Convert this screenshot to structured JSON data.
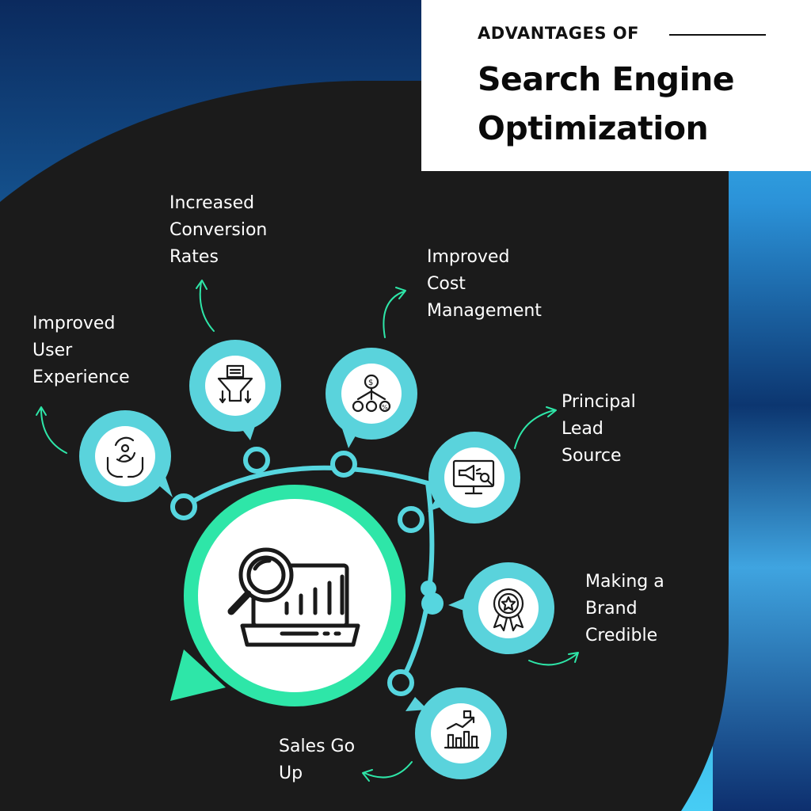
{
  "header": {
    "eyebrow": "ADVANTAGES OF",
    "title_line1": "Search Engine",
    "title_line2": "Optimization"
  },
  "benefits": [
    {
      "lines": [
        "Improved",
        "User",
        "Experience"
      ],
      "icon": "hands-user-cycle-icon"
    },
    {
      "lines": [
        "Increased",
        "Conversion",
        "Rates"
      ],
      "icon": "funnel-document-icon"
    },
    {
      "lines": [
        "Improved",
        "Cost",
        "Management"
      ],
      "icon": "dollar-percent-gears-icon"
    },
    {
      "lines": [
        "Principal",
        "Lead",
        "Source"
      ],
      "icon": "monitor-megaphone-icon"
    },
    {
      "lines": [
        "Making a",
        "Brand",
        "Credible"
      ],
      "icon": "award-badge-icon"
    },
    {
      "lines": [
        "Sales Go",
        "Up"
      ],
      "icon": "bar-chart-growth-icon"
    }
  ],
  "center_icon": "laptop-magnifier-chart-icon",
  "colors": {
    "background": "#1b1b1b",
    "accent_green": "#2ee6a8",
    "accent_cyan": "#56d6df",
    "bubble_teal": "#5ad3dc",
    "blue_gradient_light": "#3cc7f2",
    "blue_gradient_dark": "#0b2a66",
    "white": "#ffffff"
  }
}
